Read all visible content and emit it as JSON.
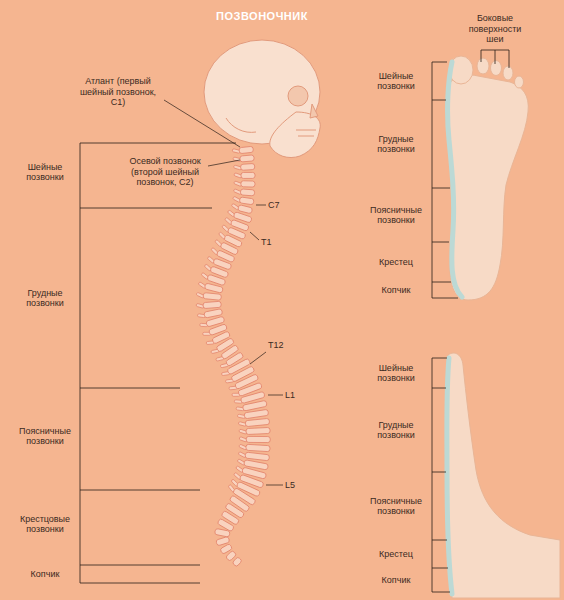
{
  "diagram": {
    "title": "ПОЗВОНОЧНИК",
    "labels": [
      "Атлант (первый шейный позвонок, C1)",
      "Осевой позвонок (второй шейный позвонок, C2)",
      "C7",
      "T1",
      "T12",
      "L1",
      "L5",
      "Шейные позвонки",
      "Грудные позвонки",
      "Поясничные позвонки",
      "Крестцовые позвонки",
      "Копчик",
      "Боковые поверхности шеи",
      "Шейные позвонки",
      "Грудные позвонки",
      "Поясничные позвонки",
      "Крестец",
      "Копчик",
      "Шейные позвонки",
      "Грудные позвонки",
      "Поясничные позвонки",
      "Крестец",
      "Копчик"
    ]
  }
}
